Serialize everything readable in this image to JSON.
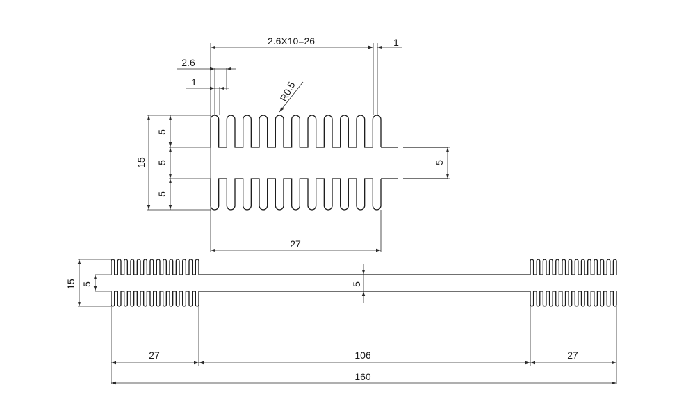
{
  "detail_view": {
    "fin_pitch_total": "2.6X10=26",
    "fin_thickness_right": "1",
    "fin_pitch": "2.6",
    "fin_thickness_left": "1",
    "fin_tip_radius": "R0.5",
    "fin_height_top": "5",
    "base_thickness_left": "5",
    "fin_height_bottom": "5",
    "overall_height": "15",
    "base_thickness_right": "5",
    "section_width": "27"
  },
  "full_view": {
    "overall_height": "15",
    "base_thickness_left": "5",
    "base_thickness_center": "5",
    "left_section_width": "27",
    "center_width": "106",
    "right_section_width": "27",
    "overall_length": "160"
  }
}
